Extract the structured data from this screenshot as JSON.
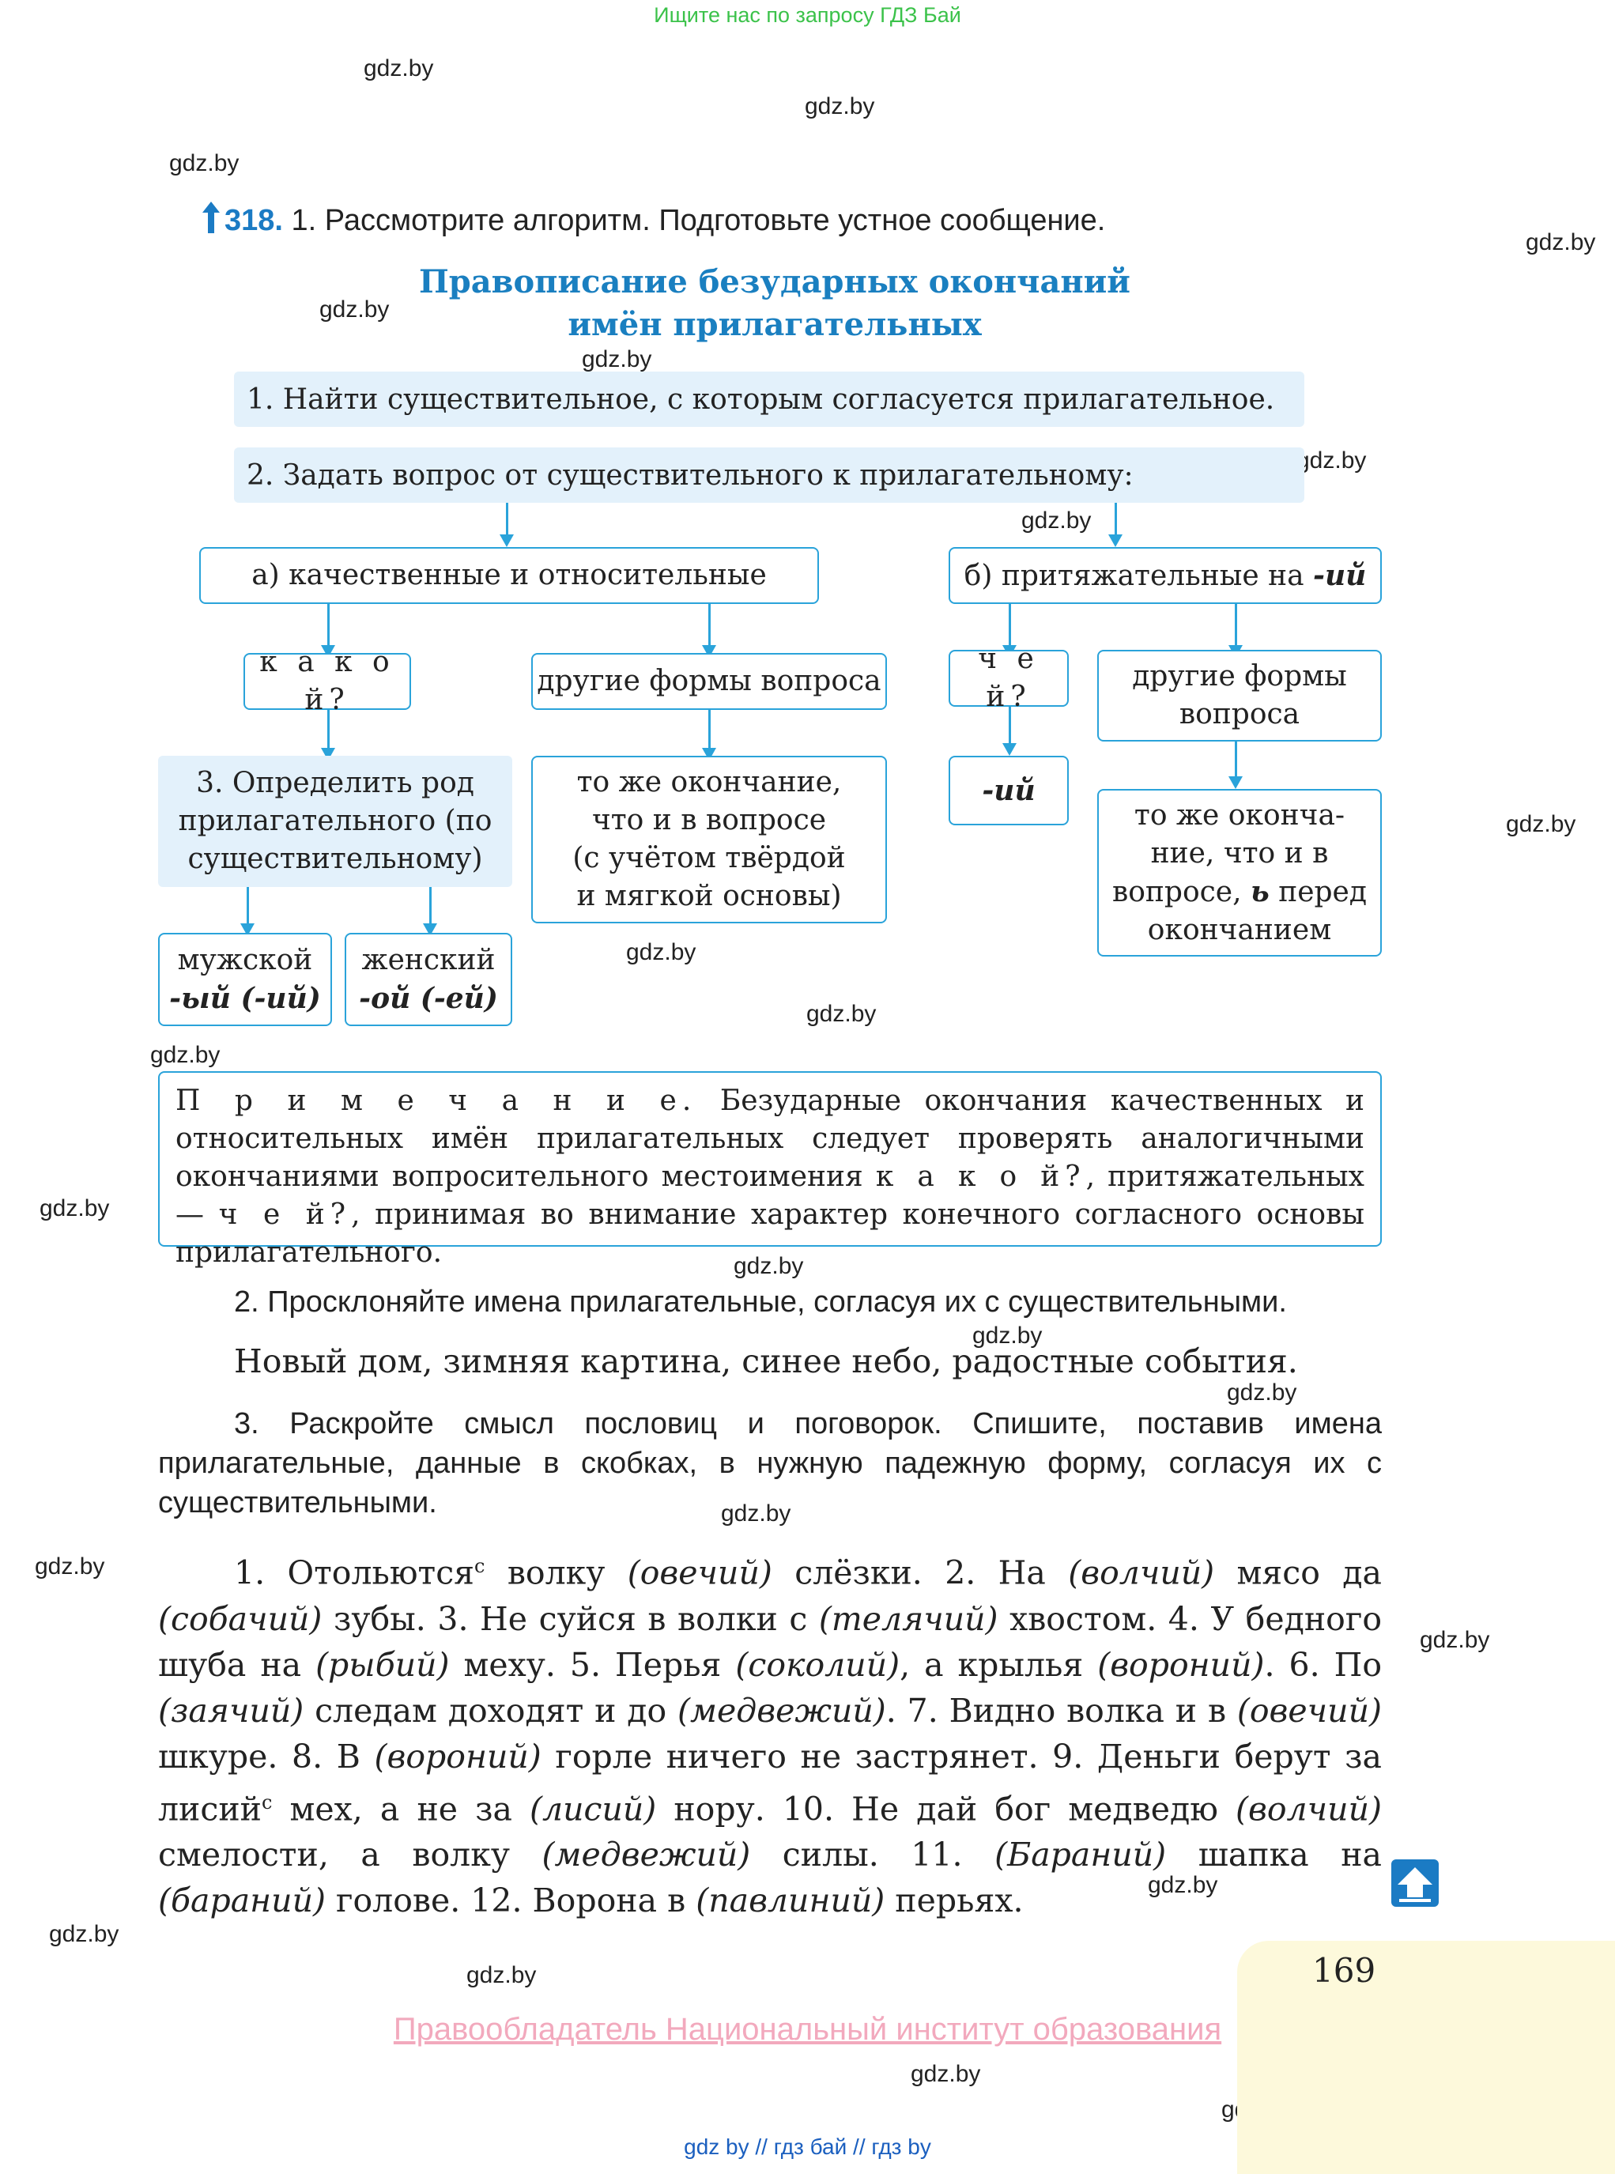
{
  "top_banner": "Ищите нас по запросу ГДЗ Бай",
  "watermark": "gdz.by",
  "task": {
    "number": "318.",
    "text": "1. Рассмотрите алгоритм. Подготовьте устное сообщение."
  },
  "algorithm": {
    "title_line1": "Правописание безударных окончаний",
    "title_line2": "имён прилагательных",
    "step1": "1. Найти существительное, с которым согласуется прилагательное.",
    "step2": "2. Задать вопрос от существительного к прилагательному:",
    "branch_a": "а) качественные и относительные",
    "branch_b_prefix": "б) притяжательные на ",
    "branch_b_ending": "-ий",
    "kakoy": "к а к о й?",
    "other_forms_a": "другие формы вопроса",
    "chey": "ч е й?",
    "other_forms_b_l1": "другие формы",
    "other_forms_b_l2": "вопроса",
    "step3_l1": "3. Определить род",
    "step3_l2": "прилагательного (по",
    "step3_l3": "существительному)",
    "same_ending_a_l1": "то же окончание,",
    "same_ending_a_l2": "что и в вопросе",
    "same_ending_a_l3": "(с учётом твёрдой",
    "same_ending_a_l4": "и мягкой основы)",
    "ending_iy": "-ий",
    "same_ending_b_l1": "то же оконча-",
    "same_ending_b_l2": "ние, что и в",
    "same_ending_b_l3_pre": "вопросе, ",
    "same_ending_b_l3_soft": "ь",
    "same_ending_b_l3_post": " перед",
    "same_ending_b_l4": "окончанием",
    "masc_label": "мужской",
    "masc_ending": "-ый (-ий)",
    "fem_label": "женский",
    "fem_ending": "-ой (-ей)"
  },
  "note": {
    "label": "П р и м е ч а н и е.",
    "text_a": " Безударные окончания качественных и относительных имён прилагательных следует проверять аналогичными окончаниями вопросительного местоимения ",
    "kakoy": "к а к о й?",
    "text_b": ", притяжательных — ",
    "chey": "ч е й?",
    "text_c": ", принимая во внимание характер конечного согласного основы прилагательного."
  },
  "part2": {
    "instruction": "2. Просклоняйте имена прилагательные, согласуя их с существительными.",
    "examples": "Новый дом, зимняя картина, синее небо, радостные события."
  },
  "part3": {
    "instruction": "3. Раскройте смысл пословиц и поговорок. Спишите, поставив имена прилагательные, данные в скобках, в нужную падежную форму, согласуя их с существительными."
  },
  "proverbs": [
    {
      "t": "1. Отольются"
    },
    {
      "sup": "с"
    },
    {
      "t": " волку "
    },
    {
      "i": "(овечий)"
    },
    {
      "t": " слёзки. 2. На "
    },
    {
      "i": "(волчий)"
    },
    {
      "t": " мясо да "
    },
    {
      "i": "(собачий)"
    },
    {
      "t": " зубы. 3. Не суйся в волки с "
    },
    {
      "i": "(телячий)"
    },
    {
      "t": " хвостом. 4. У бедного шуба на "
    },
    {
      "i": "(рыбий)"
    },
    {
      "t": " меху. 5. Перья "
    },
    {
      "i": "(соколий)"
    },
    {
      "t": ", а крылья "
    },
    {
      "i": "(вороний)"
    },
    {
      "t": ". 6. По "
    },
    {
      "i": "(заячий)"
    },
    {
      "t": " следам доходят и до "
    },
    {
      "i": "(медвежий)"
    },
    {
      "t": ". 7. Видно волка и в "
    },
    {
      "i": "(овечий)"
    },
    {
      "t": " шкуре. 8. В "
    },
    {
      "i": "(вороний)"
    },
    {
      "t": " горле ничего не застрянет. 9. Деньги берут за лисий"
    },
    {
      "sup": "с"
    },
    {
      "t": " мех, а не за "
    },
    {
      "i": "(лисий)"
    },
    {
      "t": " нору. 10. Не дай бог медведю "
    },
    {
      "i": "(волчий)"
    },
    {
      "t": " смелости, а волку "
    },
    {
      "i": "(медвежий)"
    },
    {
      "t": " силы. 11. "
    },
    {
      "i": "(Бараний)"
    },
    {
      "t": " шапка на "
    },
    {
      "i": "(бараний)"
    },
    {
      "t": " голове. 12. Ворона в "
    },
    {
      "i": "(павлиний)"
    },
    {
      "t": " перьях."
    }
  ],
  "page_number": "169",
  "copyright": "Правообладатель Национальный институт образования",
  "bottom_links": "gdz by  //  гдз бай  //  гдз by",
  "colors": {
    "accent_blue": "#1a7fc0",
    "box_border": "#2aa3da",
    "box_fill": "#e3f1fb",
    "banner_green": "#3bc24a",
    "copyright_pink": "#f2a9bd",
    "page_box": "#fdf9db"
  },
  "icons": [
    "up-arrow-icon",
    "home-up-icon"
  ]
}
